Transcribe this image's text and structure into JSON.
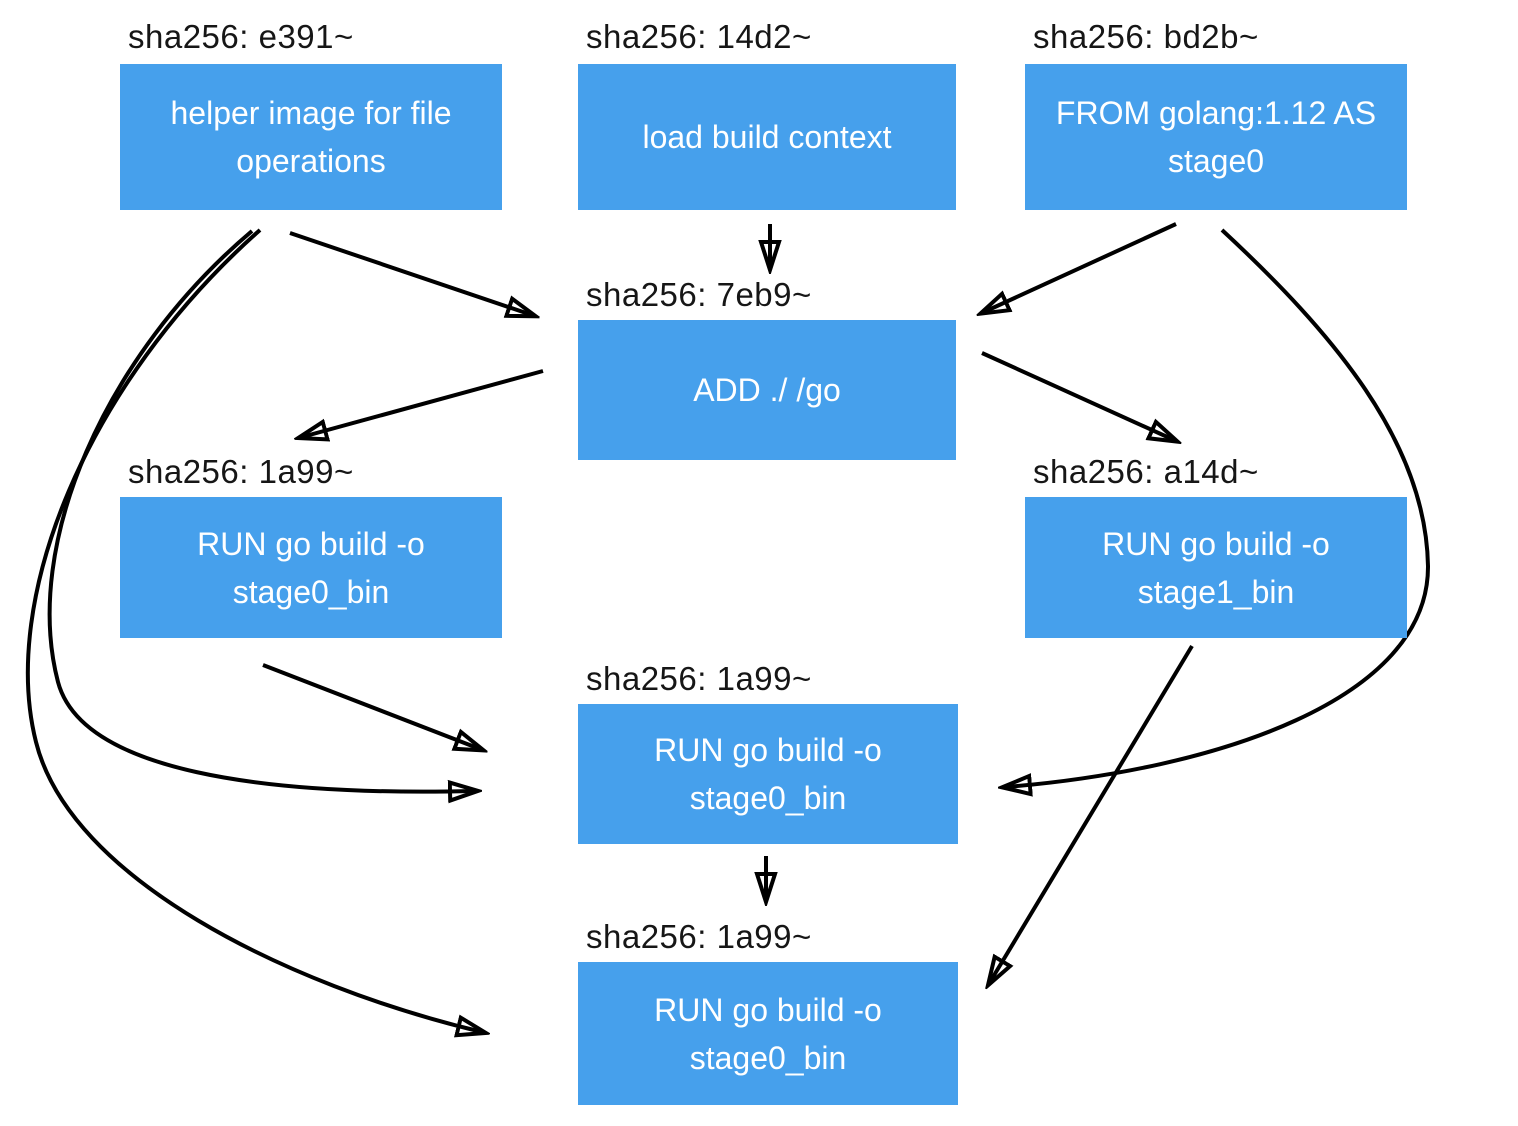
{
  "diagram": {
    "colors": {
      "node_fill": "#46A0EC",
      "node_text": "#FFFFFF",
      "label_text": "#161616",
      "arrow": "#000000",
      "background": "#FFFFFF"
    },
    "nodes": [
      {
        "id": "helper",
        "hash_label": "sha256: e391~",
        "text": "helper image for file operations"
      },
      {
        "id": "context",
        "hash_label": "sha256: 14d2~",
        "text": "load build context"
      },
      {
        "id": "from",
        "hash_label": "sha256: bd2b~",
        "text": "FROM golang:1.12 AS stage0"
      },
      {
        "id": "add",
        "hash_label": "sha256: 7eb9~",
        "text": "ADD ./ /go"
      },
      {
        "id": "run0",
        "hash_label": "sha256: 1a99~",
        "text": "RUN go build -o stage0_bin"
      },
      {
        "id": "run1",
        "hash_label": "sha256: a14d~",
        "text": "RUN go build -o stage1_bin"
      },
      {
        "id": "run0mid",
        "hash_label": "sha256: 1a99~",
        "text": "RUN go build -o stage0_bin"
      },
      {
        "id": "run0bot",
        "hash_label": "sha256: 1a99~",
        "text": "RUN go build -o stage0_bin"
      }
    ],
    "edges": [
      {
        "from": "context",
        "to": "add"
      },
      {
        "from": "helper",
        "to": "add"
      },
      {
        "from": "from",
        "to": "add"
      },
      {
        "from": "add",
        "to": "run0"
      },
      {
        "from": "add",
        "to": "run1"
      },
      {
        "from": "run0",
        "to": "run0mid"
      },
      {
        "from": "helper",
        "to": "run0mid"
      },
      {
        "from": "helper",
        "to": "run0bot"
      },
      {
        "from": "from",
        "to": "run0mid"
      },
      {
        "from": "run1",
        "to": "run0bot"
      },
      {
        "from": "run0mid",
        "to": "run0bot"
      }
    ]
  }
}
